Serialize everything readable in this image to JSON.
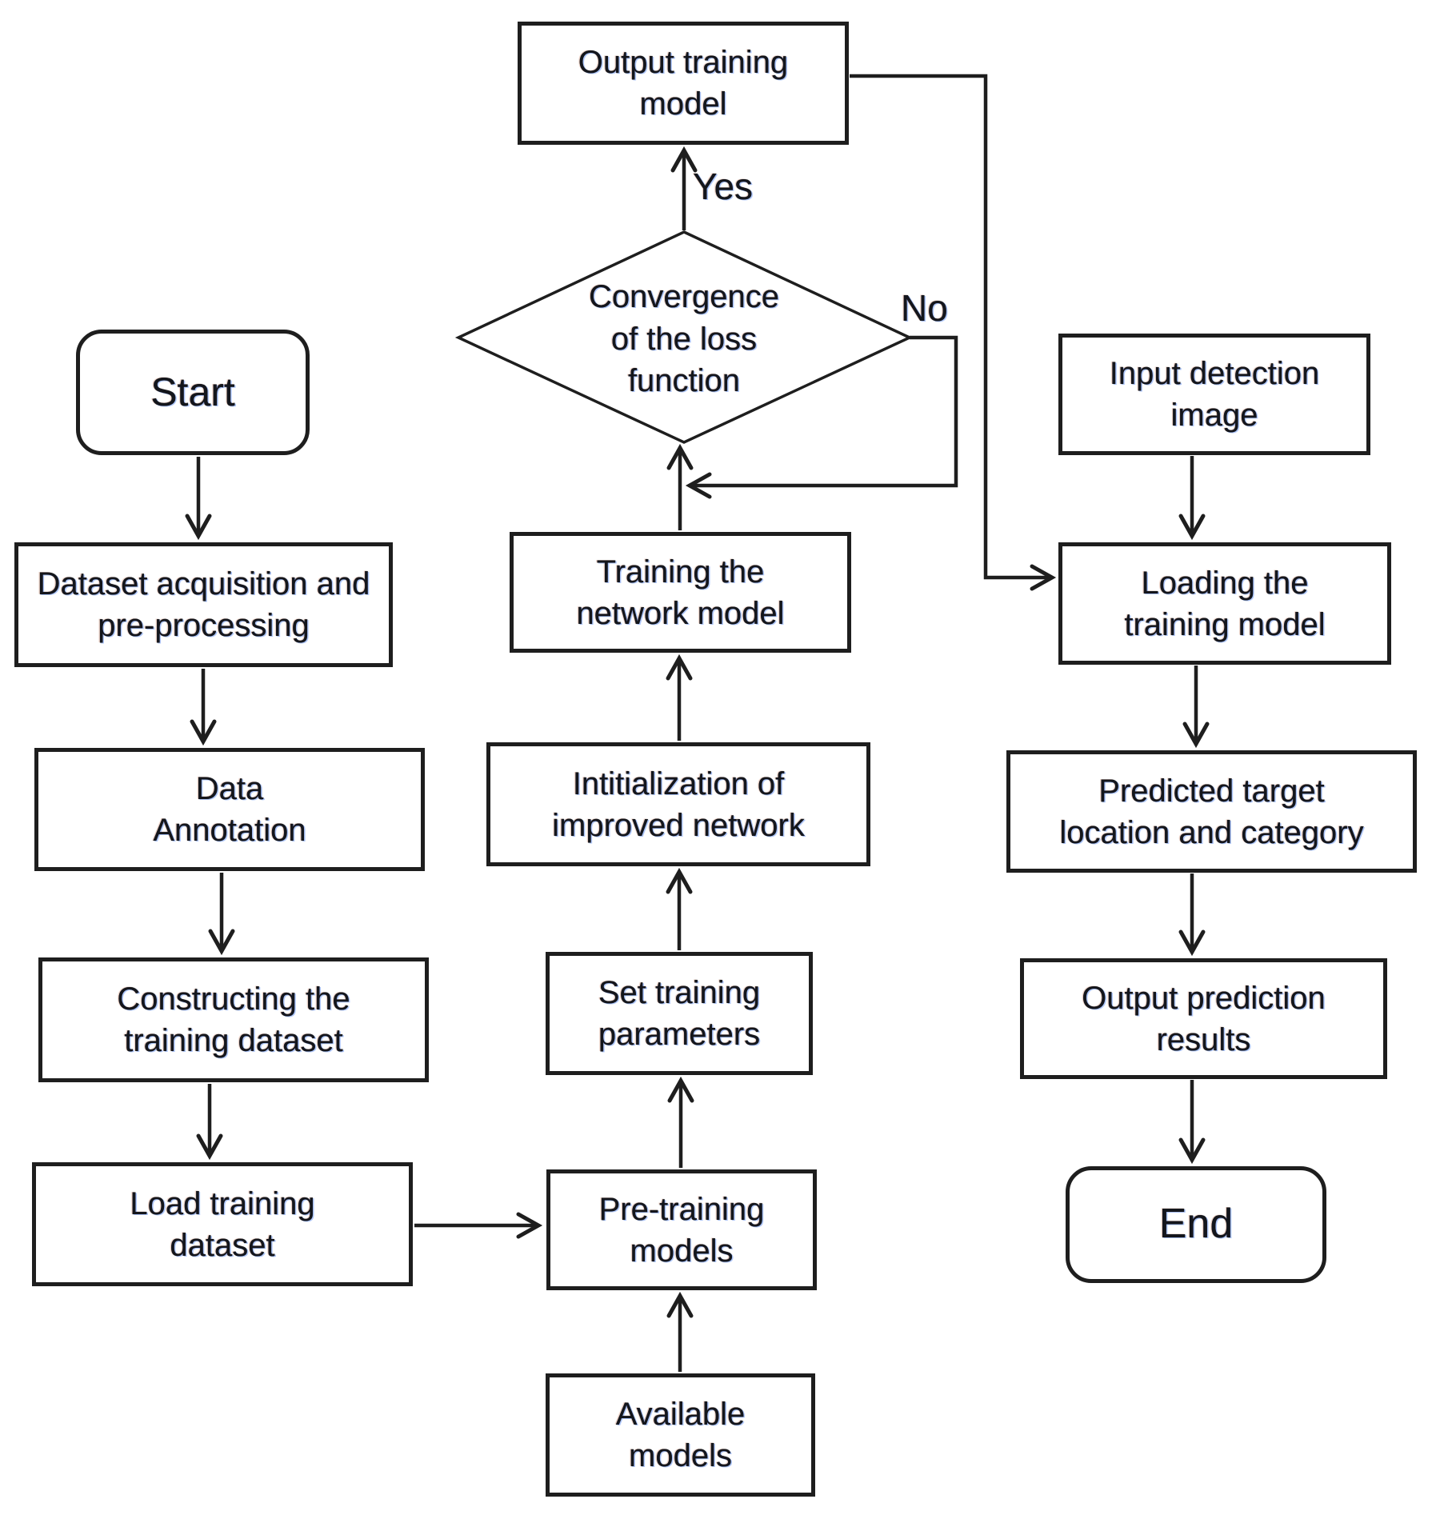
{
  "diagram": {
    "type": "flowchart",
    "nodes": {
      "start": {
        "label": "Start",
        "shape": "terminator"
      },
      "dataset_acquisition": {
        "label": [
          "Dataset acquisition and",
          "pre-processing"
        ],
        "shape": "process"
      },
      "data_annotation": {
        "label": [
          "Data",
          "Annotation"
        ],
        "shape": "process"
      },
      "constructing_dataset": {
        "label": [
          "Constructing the",
          "training dataset"
        ],
        "shape": "process"
      },
      "load_training_dataset": {
        "label": [
          "Load training",
          "dataset"
        ],
        "shape": "process"
      },
      "available_models": {
        "label": [
          "Available",
          "models"
        ],
        "shape": "process"
      },
      "pre_training_models": {
        "label": [
          "Pre-training",
          "models"
        ],
        "shape": "process"
      },
      "set_training_parameters": {
        "label": [
          "Set training",
          "parameters"
        ],
        "shape": "process"
      },
      "initialization_improved_network": {
        "label": [
          "Intitialization of",
          "improved  network"
        ],
        "shape": "process"
      },
      "training_network_model": {
        "label": [
          "Training  the",
          "network model"
        ],
        "shape": "process"
      },
      "convergence_decision": {
        "label": [
          "Convergence",
          "of the loss",
          "function"
        ],
        "shape": "decision"
      },
      "output_training_model": {
        "label": [
          "Output training",
          "model"
        ],
        "shape": "process"
      },
      "input_detection_image": {
        "label": [
          "Input  detection",
          "image"
        ],
        "shape": "process"
      },
      "loading_training_model": {
        "label": [
          "Loading  the",
          "training model"
        ],
        "shape": "process"
      },
      "predicted_target": {
        "label": [
          "Predicted target",
          "location and  category"
        ],
        "shape": "process"
      },
      "output_prediction_results": {
        "label": [
          "Output prediction",
          "results"
        ],
        "shape": "process"
      },
      "end": {
        "label": "End",
        "shape": "terminator"
      }
    },
    "edge_labels": {
      "yes": "Yes",
      "no": "No"
    },
    "edges": [
      {
        "from": "start",
        "to": "dataset_acquisition"
      },
      {
        "from": "dataset_acquisition",
        "to": "data_annotation"
      },
      {
        "from": "data_annotation",
        "to": "constructing_dataset"
      },
      {
        "from": "constructing_dataset",
        "to": "load_training_dataset"
      },
      {
        "from": "load_training_dataset",
        "to": "pre_training_models"
      },
      {
        "from": "available_models",
        "to": "pre_training_models"
      },
      {
        "from": "pre_training_models",
        "to": "set_training_parameters"
      },
      {
        "from": "set_training_parameters",
        "to": "initialization_improved_network"
      },
      {
        "from": "initialization_improved_network",
        "to": "training_network_model"
      },
      {
        "from": "training_network_model",
        "to": "convergence_decision"
      },
      {
        "from": "convergence_decision",
        "to": "output_training_model",
        "label": "Yes"
      },
      {
        "from": "convergence_decision",
        "to": "training_network_model",
        "label": "No"
      },
      {
        "from": "output_training_model",
        "to": "loading_training_model"
      },
      {
        "from": "input_detection_image",
        "to": "loading_training_model"
      },
      {
        "from": "loading_training_model",
        "to": "predicted_target"
      },
      {
        "from": "predicted_target",
        "to": "output_prediction_results"
      },
      {
        "from": "output_prediction_results",
        "to": "end"
      }
    ],
    "colors": {
      "stroke": "#1e1e1e",
      "background": "#ffffff",
      "text": "#14161c"
    }
  }
}
